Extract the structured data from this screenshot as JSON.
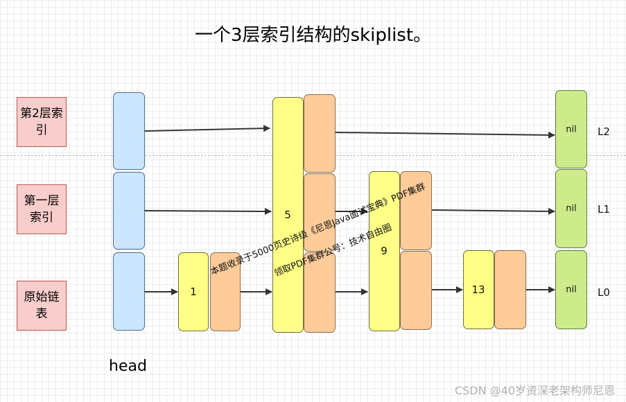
{
  "title": "一个3层索引结构的skiplist。",
  "levels": [
    {
      "label": "第2层索引",
      "id": "L2"
    },
    {
      "label": "第一层索引",
      "id": "L1"
    },
    {
      "label": "原始链表",
      "id": "L0"
    }
  ],
  "nodes": {
    "n1": "1",
    "n5": "5",
    "n9": "9",
    "n13": "13",
    "nil": "nil"
  },
  "head_label": "head",
  "watermark": {
    "line1": "本题收录于5000页史诗级《尼恩Java面试宝典》PDF集群",
    "line2": "领取PDF集群公号：技术自由圈"
  },
  "footer": "CSDN @40岁资深老架构师尼恩"
}
